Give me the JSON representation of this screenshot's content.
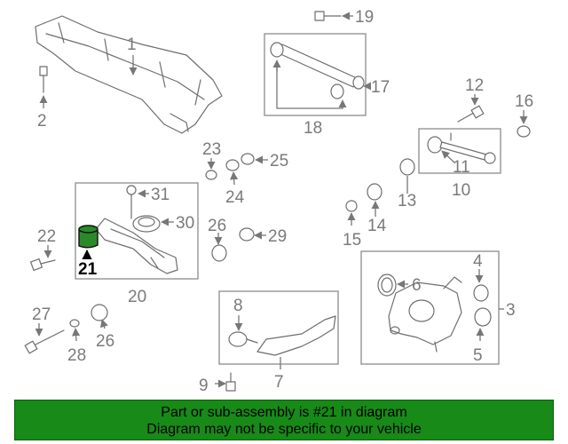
{
  "diagram": {
    "callouts": {
      "c1": "1",
      "c2": "2",
      "c3": "3",
      "c4": "4",
      "c5": "5",
      "c6": "6",
      "c7": "7",
      "c8": "8",
      "c9": "9",
      "c10": "10",
      "c11": "11",
      "c12": "12",
      "c13": "13",
      "c14": "14",
      "c15": "15",
      "c16": "16",
      "c17": "17",
      "c18": "18",
      "c19": "19",
      "c20": "20",
      "c21": "21",
      "c22": "22",
      "c23": "23",
      "c24": "24",
      "c25": "25",
      "c26a": "26",
      "c26b": "26",
      "c27": "27",
      "c28": "28",
      "c29": "29",
      "c30": "30",
      "c31": "31"
    },
    "highlighted_part": "21",
    "colors": {
      "highlight": "#2a8a2a",
      "footer_bg": "#178a17",
      "callout": "#7a7a7a"
    }
  },
  "footer": {
    "line1": "Part or sub-assembly is #21 in diagram",
    "line2": "Diagram may not be specific to your vehicle"
  }
}
